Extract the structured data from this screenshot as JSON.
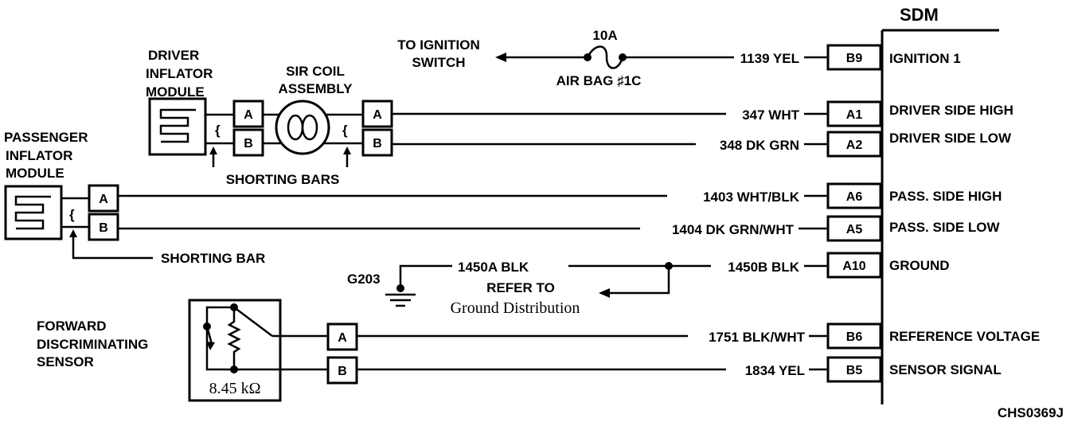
{
  "sdm": {
    "title": "SDM"
  },
  "fuse": {
    "rating": "10A",
    "name": "AIR BAG ♯1C",
    "destination_line1": "TO IGNITION",
    "destination_line2": "SWITCH"
  },
  "driver_module": {
    "line1": "DRIVER",
    "line2": "INFLATOR",
    "line3": "MODULE"
  },
  "sir_coil": {
    "line1": "SIR COIL",
    "line2": "ASSEMBLY"
  },
  "passenger_module": {
    "line1": "PASSENGER",
    "line2": "INFLATOR",
    "line3": "MODULE"
  },
  "sensor": {
    "line1": "FORWARD",
    "line2": "DISCRIMINATING",
    "line3": "SENSOR",
    "resistance": "8.45 kΩ"
  },
  "shorting": {
    "bars": "SHORTING BARS",
    "bar": "SHORTING BAR"
  },
  "ground": {
    "id": "G203",
    "wire_a": "1450A BLK",
    "refer_line1": "REFER TO",
    "refer_line2": "Ground Distribution"
  },
  "connector_letters": {
    "a": "A",
    "b": "B"
  },
  "circuits": [
    {
      "wire": "1139 YEL",
      "pin": "B9",
      "function": "IGNITION 1"
    },
    {
      "wire": "347 WHT",
      "pin": "A1",
      "function": "DRIVER SIDE HIGH"
    },
    {
      "wire": "348 DK GRN",
      "pin": "A2",
      "function": "DRIVER SIDE LOW"
    },
    {
      "wire": "1403 WHT/BLK",
      "pin": "A6",
      "function": "PASS. SIDE HIGH"
    },
    {
      "wire": "1404 DK GRN/WHT",
      "pin": "A5",
      "function": "PASS. SIDE LOW"
    },
    {
      "wire": "1450B BLK",
      "pin": "A10",
      "function": "GROUND"
    },
    {
      "wire": "1751 BLK/WHT",
      "pin": "B6",
      "function": "REFERENCE VOLTAGE"
    },
    {
      "wire": "1834 YEL",
      "pin": "B5",
      "function": "SENSOR SIGNAL"
    }
  ],
  "drawing_id": "CHS0369J"
}
